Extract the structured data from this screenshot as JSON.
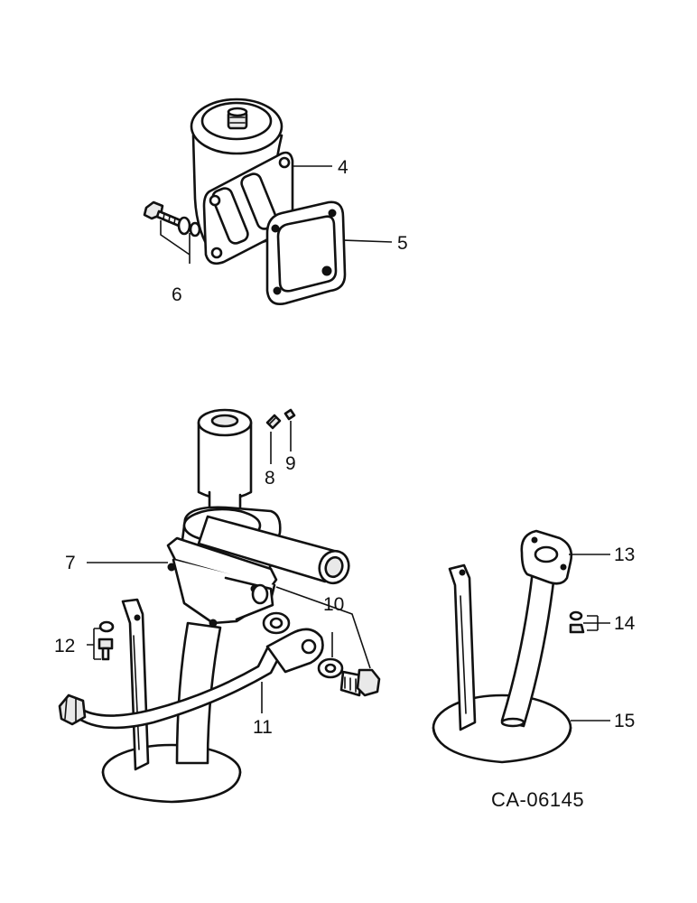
{
  "diagram": {
    "part_labels": {
      "p4": "4",
      "p5": "5",
      "p6": "6",
      "p7": "7",
      "p8": "8",
      "p9": "9",
      "p10": "10",
      "p11": "11",
      "p12": "12",
      "p13": "13",
      "p14": "14",
      "p15": "15"
    },
    "drawing_code": "CA-06145"
  }
}
